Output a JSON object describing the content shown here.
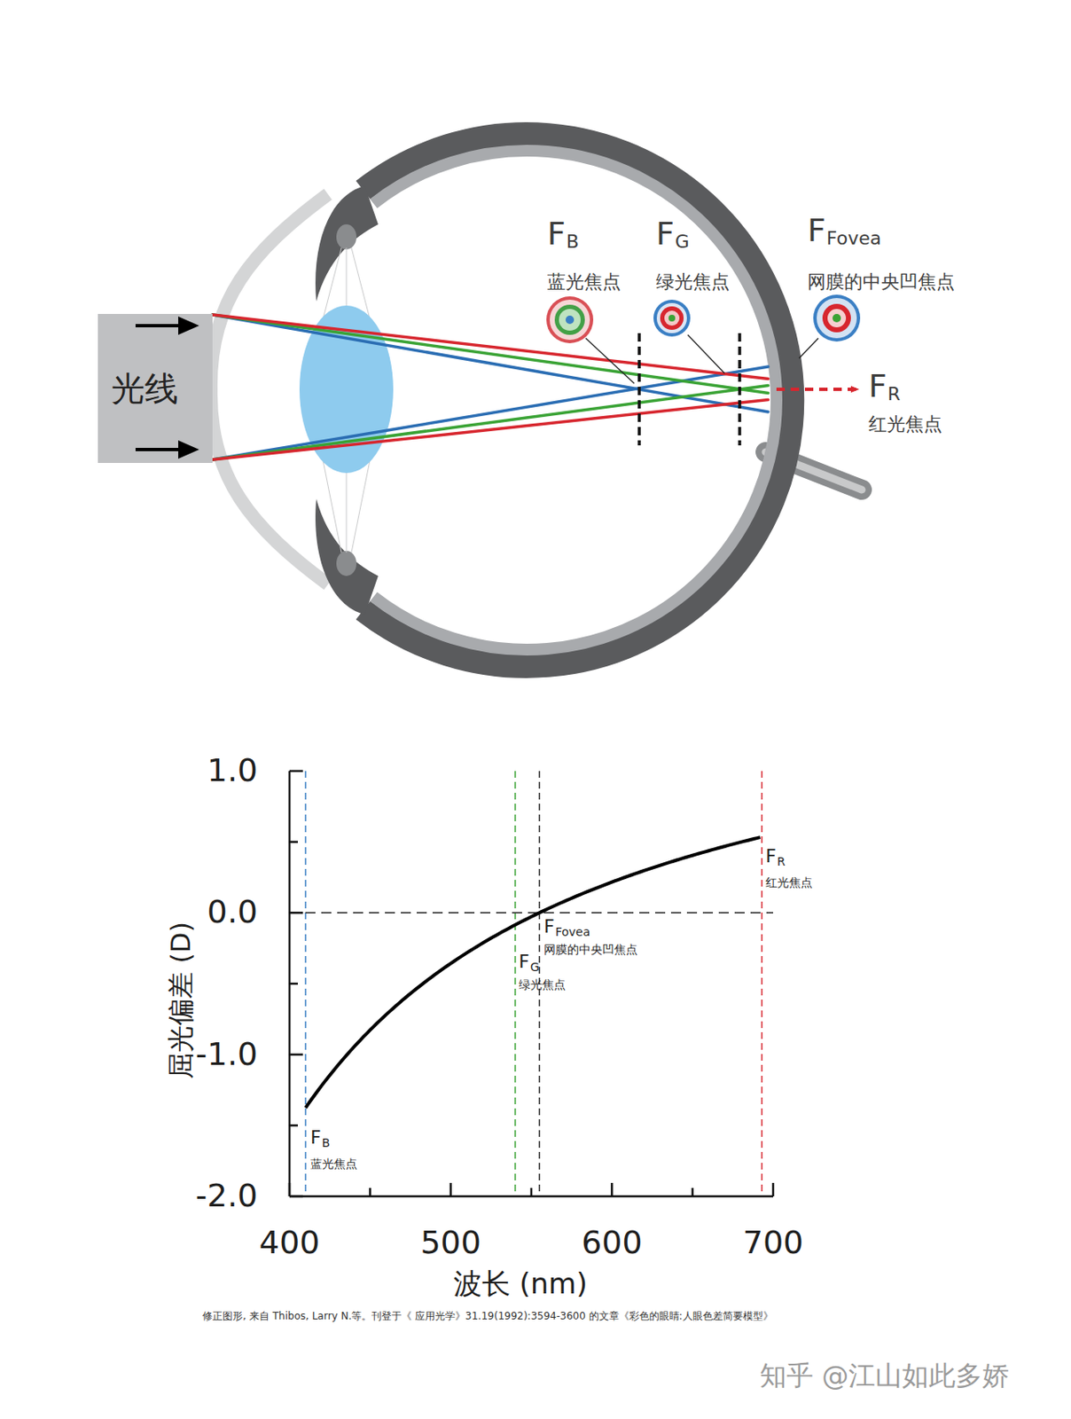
{
  "diagram": {
    "caption": "修正图形, 来自 Thibos, Larry N.等。刊登于《 应用光学》31.19(1992):3594-3600 的文章《彩色的眼睛:人眼色差简要模型》",
    "nodes": [
      {
        "text": [
          "光线"
        ]
      }
    ],
    "labels": [
      "F",
      "B",
      "蓝光焦点",
      "F",
      "G",
      "绿光焦点",
      "F",
      "Fovea",
      "网膜的中央凹焦点",
      "F",
      "R",
      "红光焦点",
      "1.0",
      "0.0",
      "-1.0",
      "-2.0",
      "400",
      "500",
      "600",
      "700",
      "屈光偏差 (D)",
      "波长 (nm)",
      "F",
      "R",
      "红光焦点",
      "F",
      "Fovea",
      "网膜的中央凹焦点",
      "F",
      "G",
      "绿光焦点",
      "F",
      "B",
      "蓝光焦点",
      "知乎 @江山如此多娇"
    ]
  }
}
